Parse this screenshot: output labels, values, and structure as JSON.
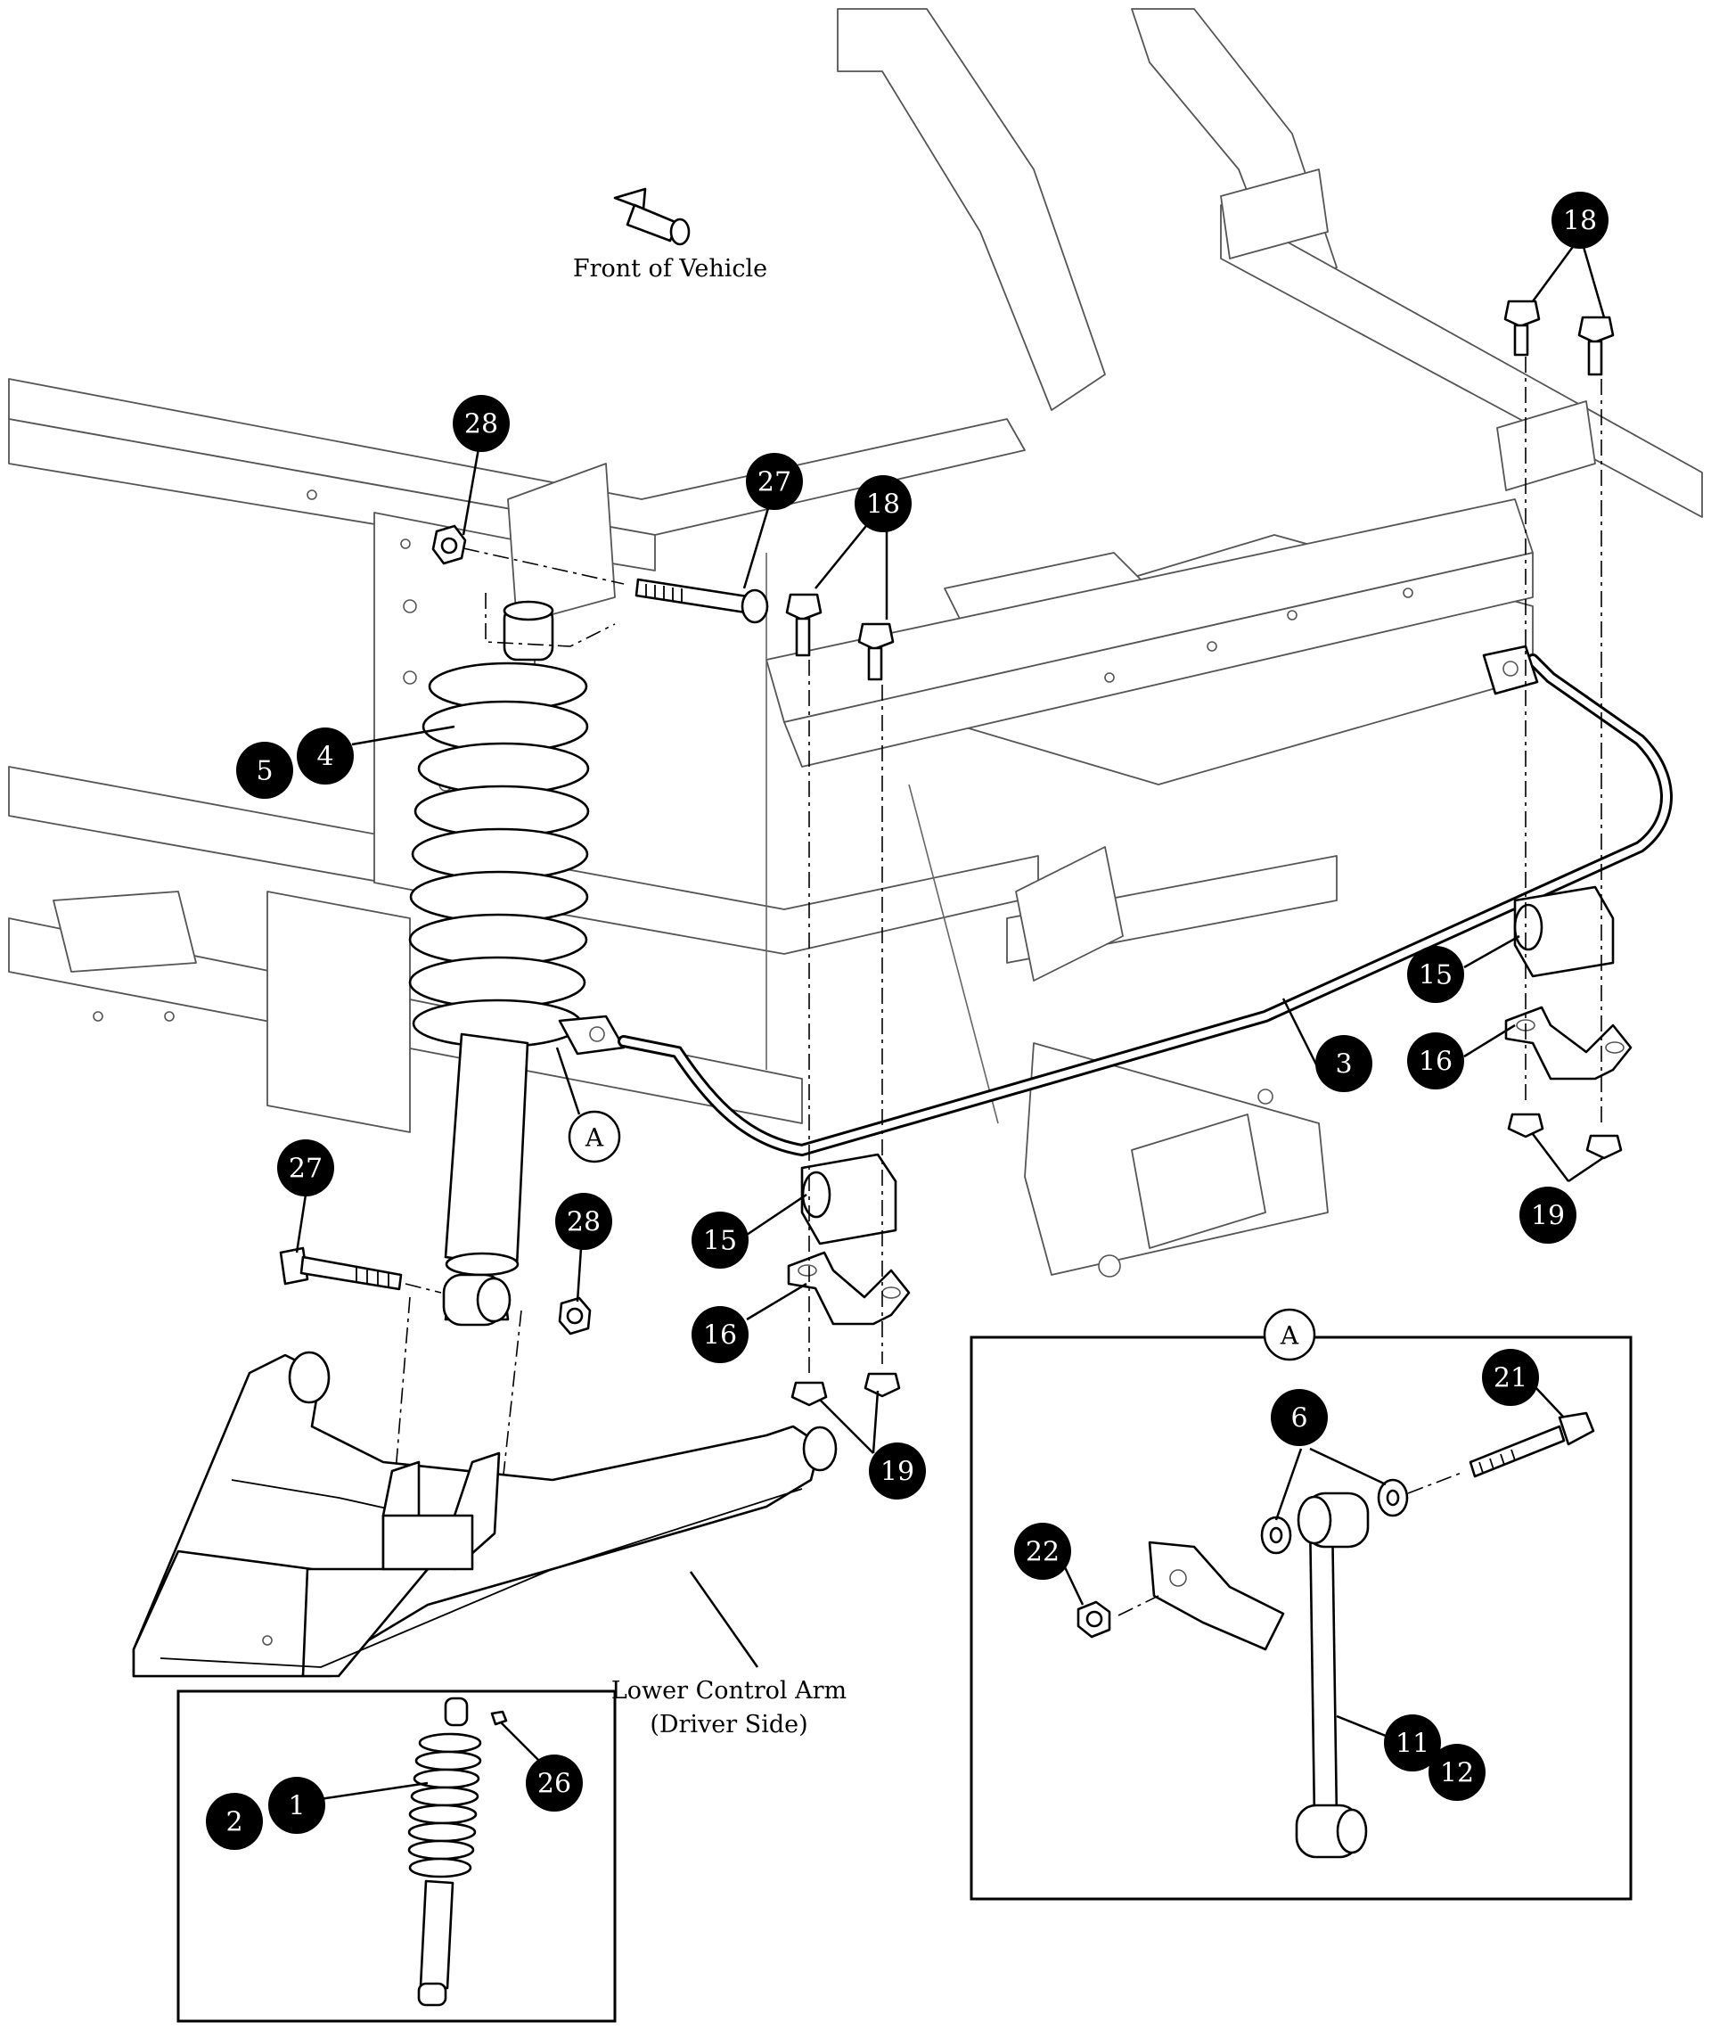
{
  "labels": {
    "front_of_vehicle": "Front of Vehicle",
    "lower_control_arm_line1": "Lower Control Arm",
    "lower_control_arm_line2": "(Driver Side)"
  },
  "callouts": {
    "c28_top": "28",
    "c27_top": "27",
    "c18_mid": "18",
    "c18_right": "18",
    "c5": "5",
    "c4": "4",
    "c3": "3",
    "c15_right": "15",
    "c16_right": "16",
    "c19_right": "19",
    "c27_bottom": "27",
    "c28_bottom": "28",
    "c15_mid": "15",
    "c16_mid": "16",
    "c19_mid": "19",
    "c2": "2",
    "c1": "1",
    "c26": "26",
    "c21": "21",
    "c6": "6",
    "c22": "22",
    "c11": "11",
    "c12": "12"
  },
  "detail_refs": {
    "a_main": "A",
    "a_inset": "A"
  },
  "colors": {
    "callout_fill": "#000000",
    "callout_text": "#ffffff",
    "line_art": "#000000",
    "frame_line": "#555555",
    "background": "#ffffff"
  },
  "icons": {
    "front_arrow": "front-direction-arrow-icon"
  }
}
